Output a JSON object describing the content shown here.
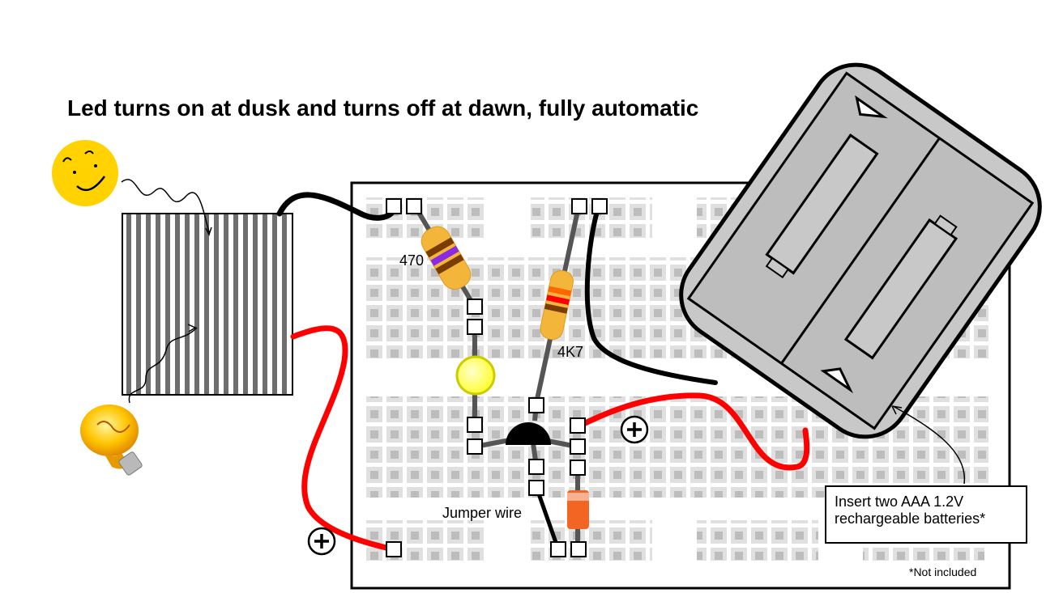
{
  "title": "Led turns on at dusk and turns off at dawn, fully automatic",
  "labels": {
    "r1": "470",
    "r2": "4K7",
    "jumper": "Jumper wire"
  },
  "callout": {
    "line1": "Insert two AAA 1.2V",
    "line2": "rechargeable batteries*"
  },
  "footnote": "*Not included",
  "icons": {
    "sun": "sun-icon",
    "bulb": "light-bulb-icon",
    "plus": "plus-circle-icon"
  },
  "colors": {
    "red_wire": "#ff0000",
    "black_wire": "#000000",
    "led": "#ffff66",
    "resistor": "#f4b63a",
    "battery_box": "#c8c8c8"
  }
}
